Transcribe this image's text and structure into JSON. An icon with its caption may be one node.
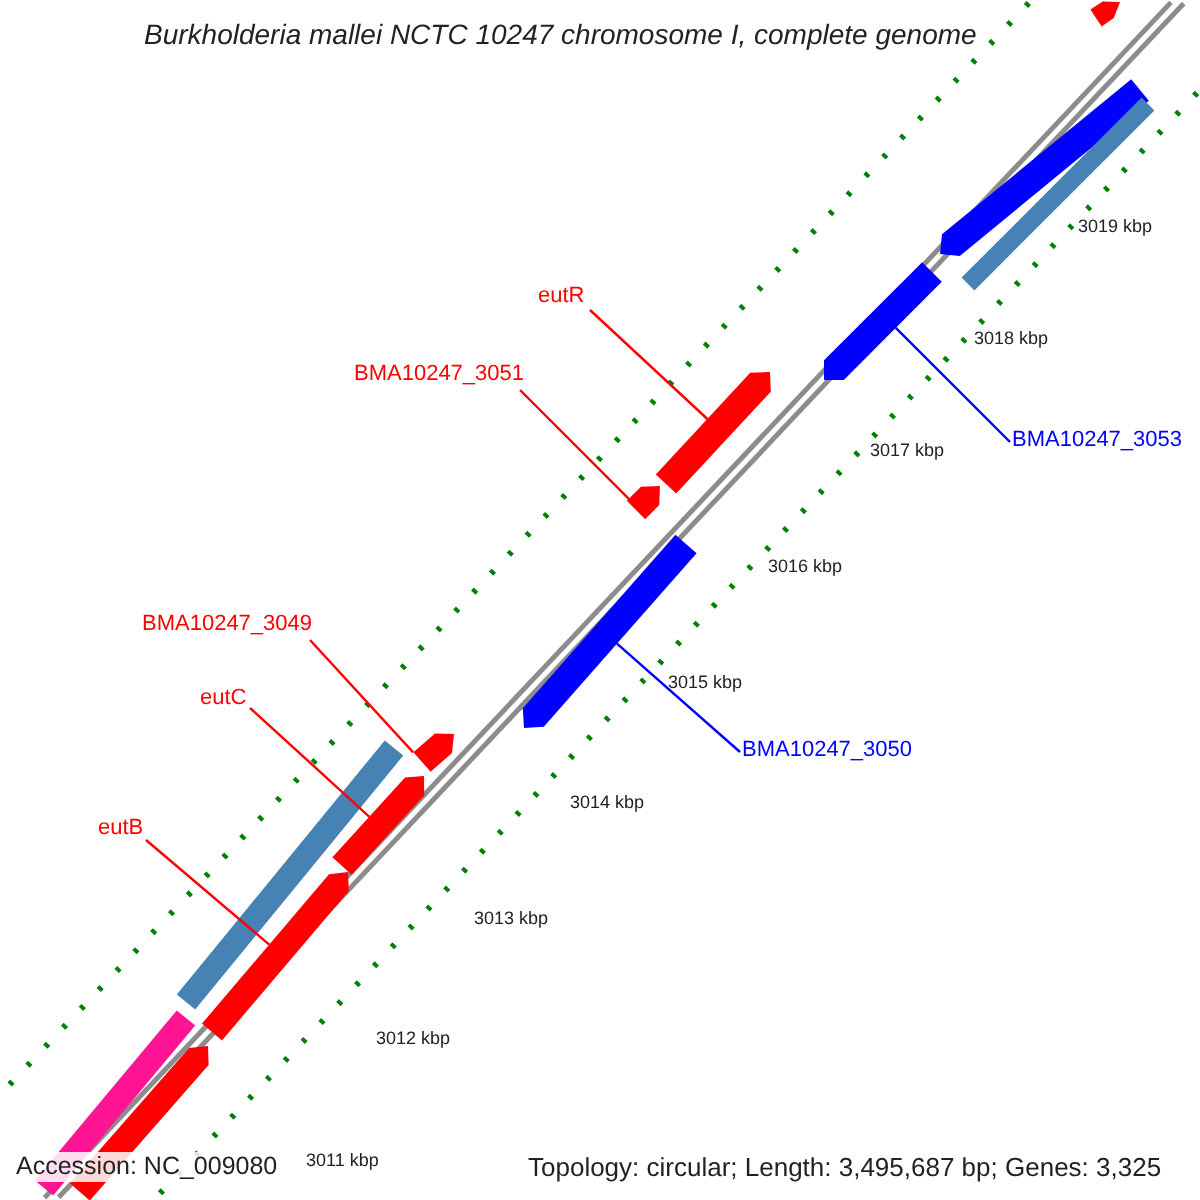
{
  "diagram": {
    "title": "Burkholderia mallei NCTC 10247 chromosome I, complete genome",
    "nodes": [
      {
        "text": [
          "eutR"
        ]
      },
      {
        "text": [
          "BMA10247_3051"
        ]
      },
      {
        "text": [
          "BMA10247_3053"
        ]
      },
      {
        "text": [
          "BMA10247_3049"
        ]
      },
      {
        "text": [
          "eutC"
        ]
      },
      {
        "text": [
          "BMA10247_3050"
        ]
      },
      {
        "text": [
          "eutB"
        ]
      },
      {
        "text": [],
        "shape": "arrow"
      },
      {
        "text": [],
        "shape": "arrow"
      },
      {
        "text": [],
        "shape": "bar"
      },
      {
        "text": [],
        "shape": "arrow"
      },
      {
        "text": [],
        "shape": "arrow"
      },
      {
        "text": [],
        "shape": "arrow"
      },
      {
        "text": [],
        "shape": "arrow"
      },
      {
        "text": [],
        "shape": "arrow"
      },
      {
        "text": [],
        "shape": "bar"
      },
      {
        "text": [],
        "shape": "arrow"
      },
      {
        "text": [],
        "shape": "arrow"
      },
      {
        "text": [],
        "shape": "bar"
      },
      {
        "text": [],
        "shape": "arrow"
      }
    ],
    "edges": [
      {
        "from": 0,
        "to": 11,
        "arrow": "none"
      },
      {
        "from": 1,
        "to": 12,
        "arrow": "none"
      },
      {
        "from": 2,
        "to": 10,
        "arrow": "none",
        "color": "#0000ff"
      },
      {
        "from": 3,
        "to": 14,
        "arrow": "none"
      },
      {
        "from": 4,
        "to": 16,
        "arrow": "none"
      },
      {
        "from": 5,
        "to": 13,
        "arrow": "none",
        "color": "#0000ff"
      },
      {
        "from": 6,
        "to": 17,
        "arrow": "none"
      }
    ],
    "labels": [
      "3019 kbp",
      "3018 kbp",
      "3017 kbp",
      "3016 kbp",
      "3015 kbp",
      "3014 kbp",
      "3013 kbp",
      "3012 kbp",
      "3011 kbp",
      "Accession: NC_009080",
      "Topology: circular; Length: 3,495,687 bp; Genes: 3,325"
    ]
  }
}
